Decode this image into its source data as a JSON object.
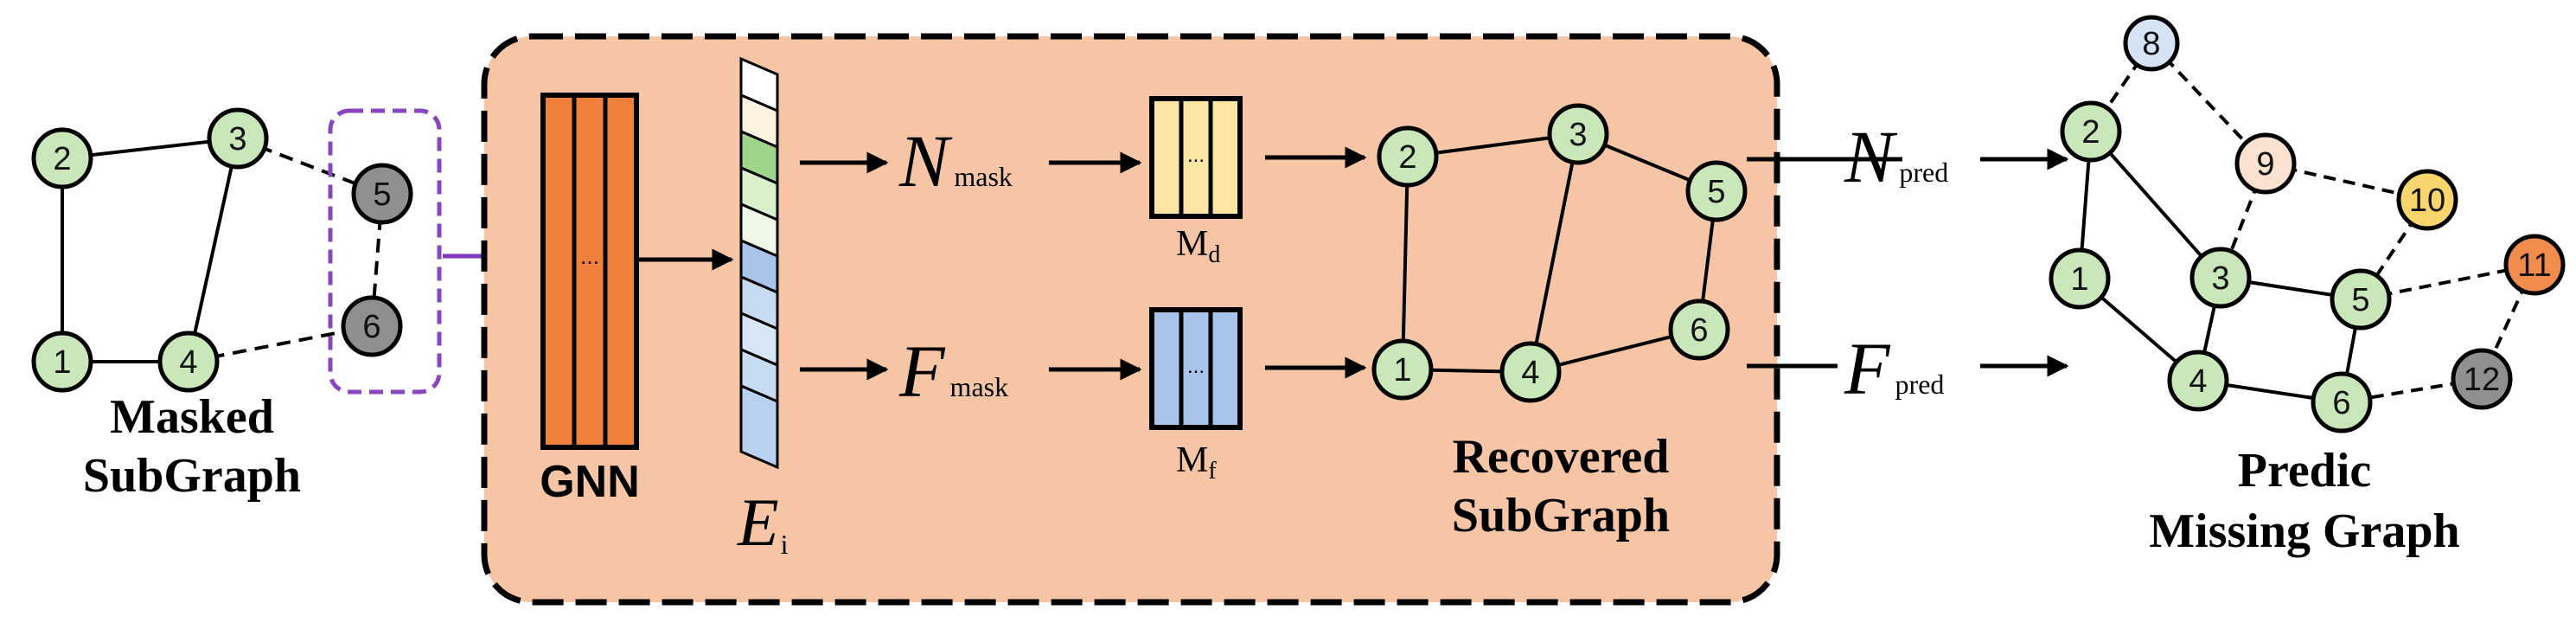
{
  "colors": {
    "panel_fill": "#f6c5a6",
    "node_green": "#c9e7b8",
    "node_gray": "#8f8f8f",
    "node_blue": "#d6e3f5",
    "node_peach": "#fbe1cf",
    "node_yellow": "#f9d56e",
    "node_orange": "#f28c4c",
    "gnn_orange": "#f07f3a",
    "md_yellow": "#fde6a3",
    "mf_blue": "#a9c4ea",
    "emb_green": "#9fd58a",
    "emb_lightgreen": "#d9f0cc",
    "emb_blue": "#c7dcf3",
    "emb_cream": "#fdf1e2",
    "arrow_purple": "#7f38b7",
    "dash_purple": "#8a45c0"
  },
  "masked_subgraph": {
    "title_line1": "Masked",
    "title_line2": "SubGraph",
    "nodes": [
      "1",
      "2",
      "3",
      "4"
    ],
    "masked_nodes": [
      "5",
      "6"
    ]
  },
  "gnn": {
    "label": "GNN",
    "ellipsis": "..."
  },
  "embedding": {
    "symbol": "E",
    "subscript": "i"
  },
  "n_mask": {
    "symbol": "N",
    "subscript": "mask"
  },
  "f_mask": {
    "symbol": "F",
    "subscript": "mask"
  },
  "m_d": {
    "symbol": "M",
    "subscript": "d",
    "ellipsis": "..."
  },
  "m_f": {
    "symbol": "M",
    "subscript": "f",
    "ellipsis": "..."
  },
  "recovered_subgraph": {
    "title_line1": "Recovered",
    "title_line2": "SubGraph",
    "nodes": [
      "1",
      "2",
      "3",
      "4",
      "5",
      "6"
    ]
  },
  "n_pred": {
    "symbol": "N",
    "subscript": "pred"
  },
  "f_pred": {
    "symbol": "F",
    "subscript": "pred"
  },
  "predicted_graph": {
    "title_line1": "Predic",
    "title_line2": "Missing Graph",
    "nodes": [
      "1",
      "2",
      "3",
      "4",
      "5",
      "6",
      "8",
      "9",
      "10",
      "11",
      "12"
    ]
  }
}
